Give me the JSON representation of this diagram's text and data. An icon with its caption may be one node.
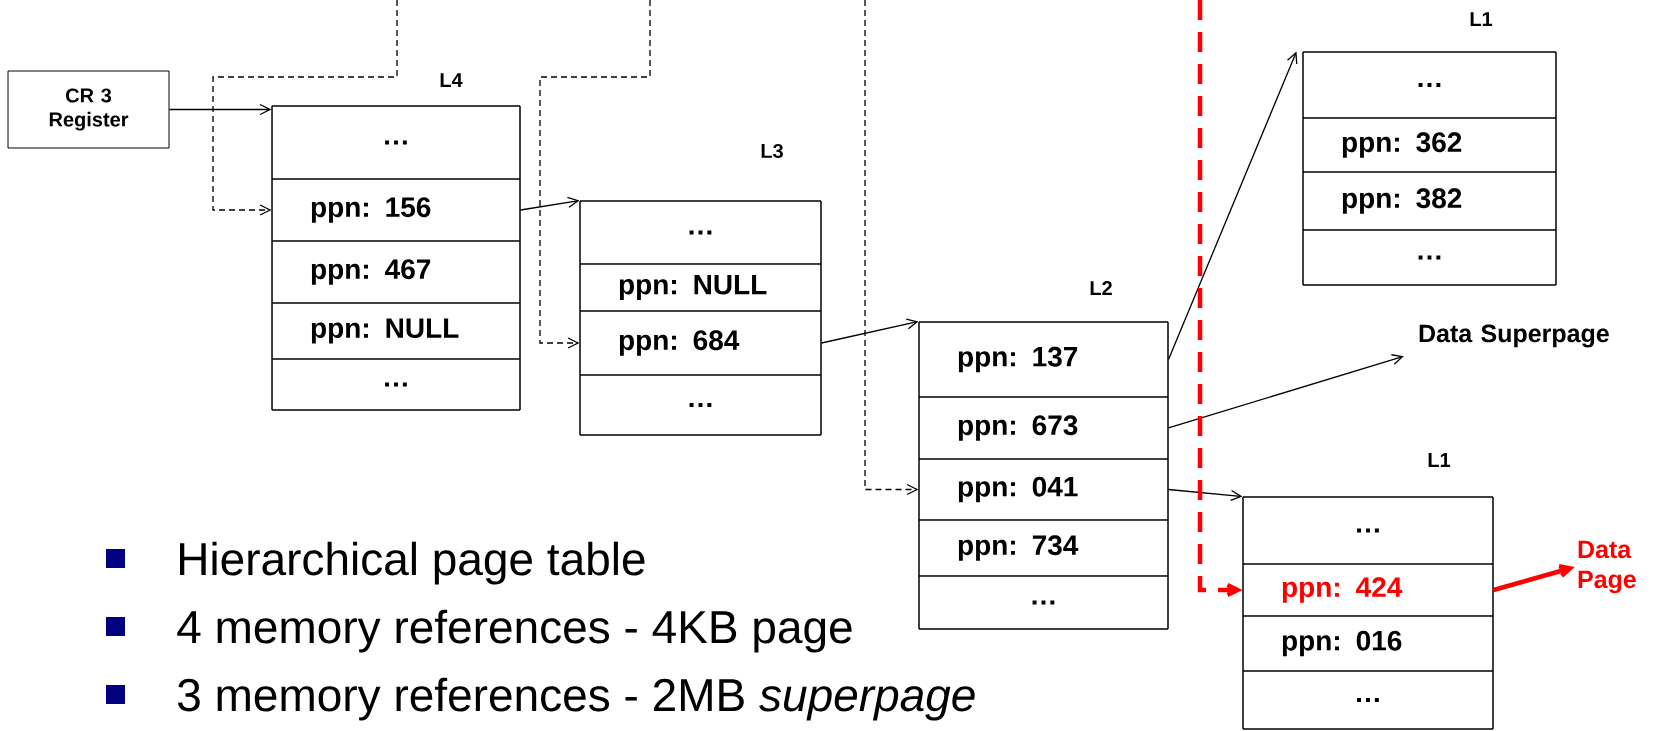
{
  "diagram": {
    "nodes": [
      {
        "text": [
          "CR 3 Register"
        ]
      },
      {
        "text": [
          "L4"
        ]
      },
      {
        "text": [
          "…"
        ],
        "in": 1
      },
      {
        "text": [
          "ppn: 156"
        ],
        "in": 1
      },
      {
        "text": [
          "ppn: 467"
        ],
        "in": 1
      },
      {
        "text": [
          "ppn: NULL"
        ],
        "in": 1
      },
      {
        "text": [
          "…"
        ],
        "in": 1
      },
      {
        "text": [
          "L3"
        ]
      },
      {
        "text": [
          "…"
        ],
        "in": 7
      },
      {
        "text": [
          "ppn: NULL"
        ],
        "in": 7
      },
      {
        "text": [
          "ppn: 684"
        ],
        "in": 7
      },
      {
        "text": [
          "…"
        ],
        "in": 7
      },
      {
        "text": [
          "L2"
        ]
      },
      {
        "text": [
          "ppn: 137"
        ],
        "in": 12
      },
      {
        "text": [
          "ppn: 673"
        ],
        "in": 12
      },
      {
        "text": [
          "ppn: 041"
        ],
        "in": 12
      },
      {
        "text": [
          "ppn: 734"
        ],
        "in": 12
      },
      {
        "text": [
          "…"
        ],
        "in": 12
      },
      {
        "text": [
          "L1"
        ]
      },
      {
        "text": [
          "…"
        ],
        "in": 18
      },
      {
        "text": [
          "ppn: 362"
        ],
        "in": 18
      },
      {
        "text": [
          "ppn: 382"
        ],
        "in": 18
      },
      {
        "text": [
          "…"
        ],
        "in": 18
      },
      {
        "text": [
          "Data Superpage"
        ]
      },
      {
        "text": [
          "L1"
        ]
      },
      {
        "text": [
          "…"
        ],
        "in": 24
      },
      {
        "text": [
          "ppn: 424"
        ],
        "in": 24
      },
      {
        "text": [
          "ppn: 016"
        ],
        "in": 24
      },
      {
        "text": [
          "…"
        ],
        "in": 24
      },
      {
        "text": [
          "Data Page"
        ]
      }
    ],
    "edges": [
      {
        "from": 0,
        "to": 1,
        "arrow": "to"
      },
      {
        "from": 3,
        "to": 7,
        "arrow": "to"
      },
      {
        "from": 10,
        "to": 12,
        "arrow": "to"
      },
      {
        "from": 13,
        "to": 18,
        "arrow": "to"
      },
      {
        "from": 14,
        "to": 23,
        "arrow": "to"
      },
      {
        "from": 15,
        "to": 24,
        "arrow": "to"
      },
      {
        "from": 26,
        "to": 29,
        "arrow": "to",
        "style": "thick",
        "color": "#ff0000"
      },
      {
        "from": null,
        "to": 3,
        "arrow": "to",
        "style": "dashed"
      },
      {
        "from": null,
        "to": 10,
        "arrow": "to",
        "style": "dashed"
      },
      {
        "from": null,
        "to": 15,
        "arrow": "to",
        "style": "dashed"
      },
      {
        "from": null,
        "to": 26,
        "arrow": "to",
        "style": "dashed",
        "color": "#ff0000"
      }
    ],
    "labels": [
      "Hierarchical page table",
      "4 memory references - 4KB page",
      "3 memory references - 2MB *superpage*"
    ]
  }
}
